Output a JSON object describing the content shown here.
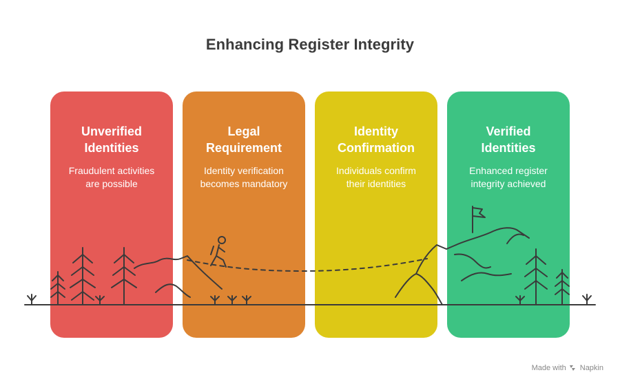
{
  "title": "Enhancing Register Integrity",
  "stages": [
    {
      "heading_line1": "Unverified",
      "heading_line2": "Identities",
      "desc_line1": "Fraudulent activities",
      "desc_line2": "are possible",
      "color": "#E55A56"
    },
    {
      "heading_line1": "Legal",
      "heading_line2": "Requirement",
      "desc_line1": "Identity verification",
      "desc_line2": "becomes mandatory",
      "color": "#DE8532"
    },
    {
      "heading_line1": "Identity",
      "heading_line2": "Confirmation",
      "desc_line1": "Individuals confirm",
      "desc_line2": "their identities",
      "color": "#DDC816"
    },
    {
      "heading_line1": "Verified",
      "heading_line2": "Identities",
      "desc_line1": "Enhanced register",
      "desc_line2": "integrity achieved",
      "color": "#3DC383"
    }
  ],
  "footer": {
    "prefix": "Made with",
    "brand": "Napkin"
  },
  "icons": [
    "tree-icon",
    "hiker-icon",
    "flag-icon",
    "mountain-icon",
    "napkin-logo-icon"
  ]
}
